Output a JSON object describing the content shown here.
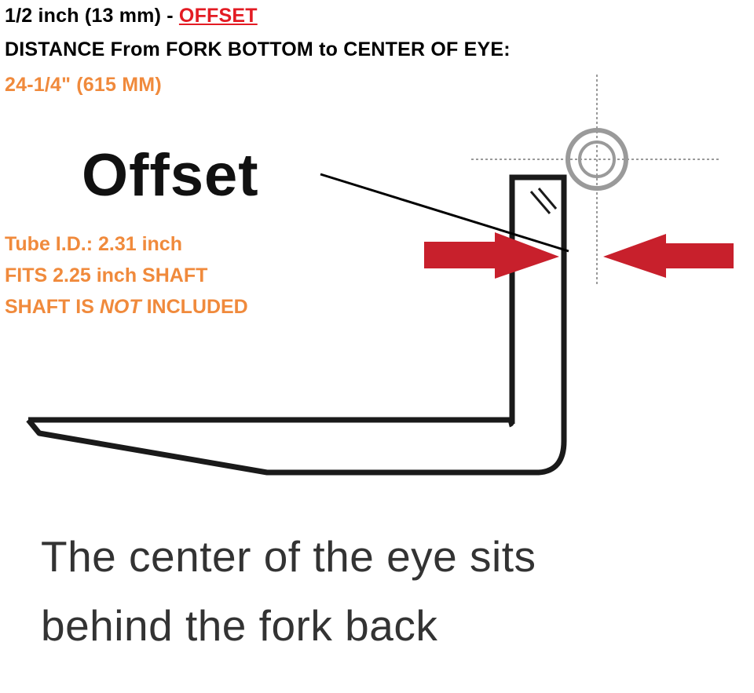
{
  "header": {
    "line1_prefix": "1/2 inch (13 mm) - ",
    "line1_offset": "OFFSET",
    "line2": "DISTANCE From FORK BOTTOM to CENTER OF EYE:",
    "line3": "24-1/4\" (615 MM)"
  },
  "diagram": {
    "title": "Offset",
    "spec_line1": "Tube I.D.: 2.31 inch",
    "spec_line2": "FITS  2.25 inch SHAFT",
    "spec_line3_a": "SHAFT IS ",
    "spec_line3_b": "NOT",
    "spec_line3_c": " INCLUDED"
  },
  "caption": {
    "line1": "The center of the eye sits",
    "line2": "behind the fork back"
  },
  "colors": {
    "accent_red": "#e31b23",
    "arrow_red": "#c8202c",
    "orange": "#f08a3c",
    "line_dark": "#1a1a1a",
    "crosshair_grey": "#9a9a9a"
  }
}
